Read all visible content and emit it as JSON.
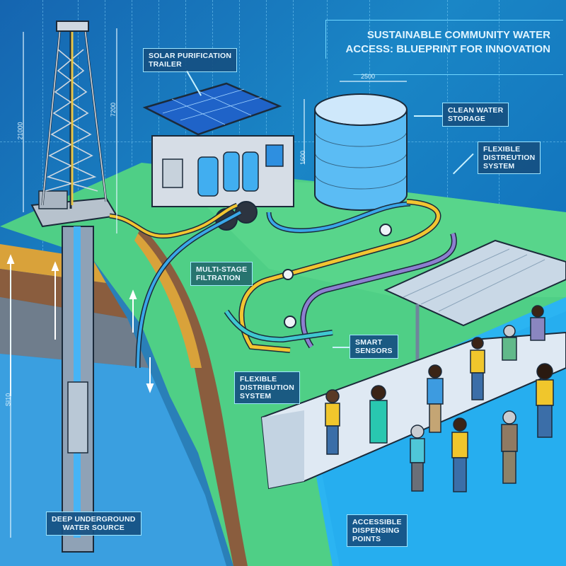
{
  "title": {
    "line1": "SUSTAINABLE COMMUNITY WATER",
    "line2": "ACCESS: BLUEPRINT FOR INNOVATION"
  },
  "labels": {
    "solar_trailer": "SOLAR PURIFICATION\nTRAILER",
    "clean_water_storage": "CLEAN WATER\nSTORAGE",
    "flexible_distribution_top": "FLEXIBLE\nDISTREUTION\nSYSTEM",
    "multi_stage_filtration": "MULTI-STAGE\nFILTRATION",
    "smart_sensors": "SMART\nSENSORS",
    "flexible_distribution_mid": "FLEXIBLE\nDISTRIBUTION\nSYSTEM",
    "deep_underground": "DEEP UNDERGROUND\nWATER SOURCE",
    "dispensing_points": "ACCESSIBLE\nDISPENSING\nPOINTS"
  },
  "dimensions": {
    "tower_height": "21000",
    "tower_mid": "7200",
    "tank_width": "2500",
    "tank_height": "1600",
    "well_depth": "SI10"
  },
  "colors": {
    "background": "#1a86c6",
    "grass": "#4ecf8a",
    "soil_top": "#d9a23a",
    "soil_mid": "#8a5d3e",
    "rock": "#6f7d8c",
    "aquifer": "#3aa0e0",
    "plaza": "#2fb3f0",
    "pipe_yellow": "#f2c531",
    "pipe_blue": "#3aa7e8",
    "pipe_purple": "#8d7fd0",
    "label_bg": "#165082",
    "label_border": "#9fe6ff"
  }
}
